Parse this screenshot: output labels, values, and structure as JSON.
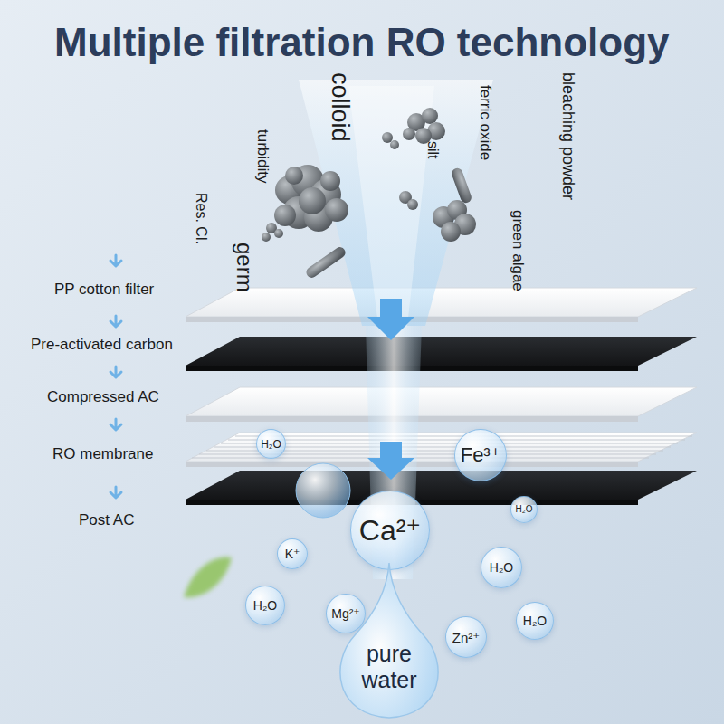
{
  "diagram": {
    "title": "Multiple filtration RO technology",
    "nodes": [
      {
        "text": [
          "H₂O"
        ]
      },
      {
        "text": [
          "Fe³⁺"
        ]
      },
      {
        "text": [
          "Ca²⁺"
        ]
      },
      {
        "text": [
          "H₂O"
        ]
      },
      {
        "text": [
          "K⁺"
        ]
      },
      {
        "text": [
          "H₂O"
        ]
      },
      {
        "text": [
          "H₂O"
        ]
      },
      {
        "text": [
          "Mg²⁺"
        ]
      },
      {
        "text": [
          "Zn²⁺"
        ]
      },
      {
        "text": [
          "H₂O"
        ]
      },
      {
        "text": [
          "pure water"
        ]
      }
    ],
    "labels": [
      "colloid",
      "turbidity",
      "silt",
      "ferric oxide",
      "bleaching powder",
      "Res. Cl.",
      "germ",
      "green algae",
      "PP cotton filter",
      "Pre-activated carbon",
      "Compressed AC",
      "RO membrane",
      "Post AC"
    ]
  }
}
